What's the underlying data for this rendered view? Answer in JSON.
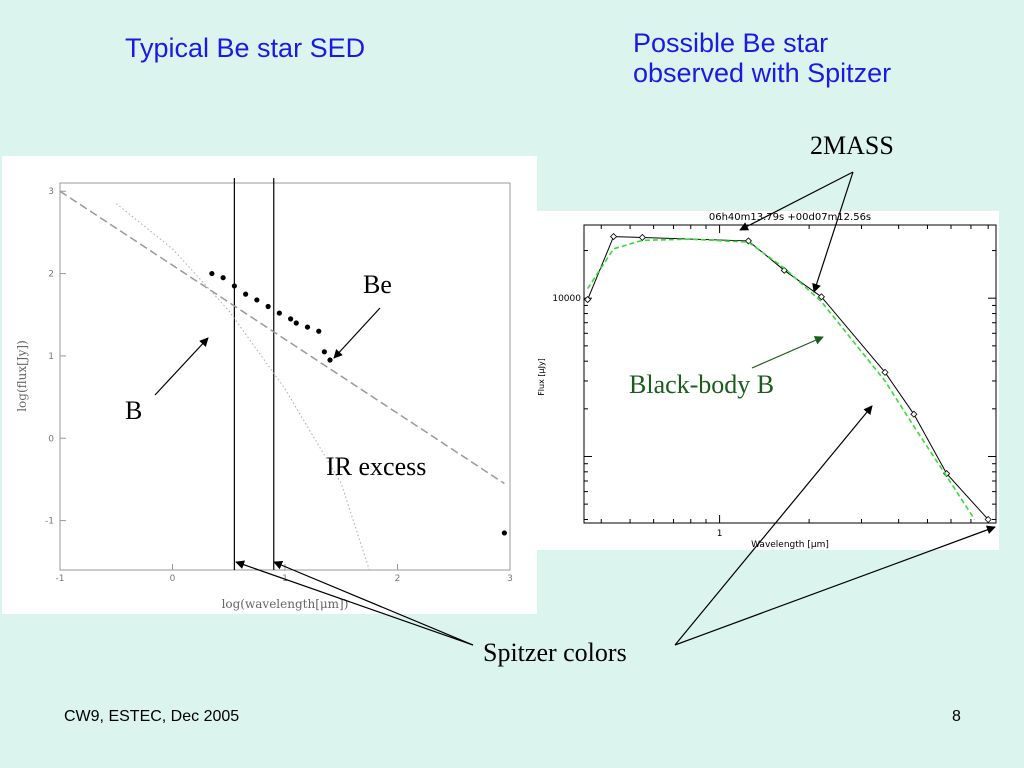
{
  "slide": {
    "title_left": "Typical Be star SED",
    "title_right_line1": "Possible Be star",
    "title_right_line2": "observed with Spitzer",
    "footer_left": "CW9, ESTEC, Dec 2005",
    "footer_right": "8"
  },
  "annotations": {
    "be": "Be",
    "b": "B",
    "ir_excess": "IR excess",
    "two_mass": "2MASS",
    "black_body": "Black-body B",
    "spitzer_colors": "Spitzer colors"
  },
  "colors": {
    "background": "#dcf4ee",
    "title": "#1a1ae6",
    "black_body_label": "#1a5c1a",
    "black_body_curve": "#33dd33"
  },
  "chart_data": [
    {
      "type": "scatter",
      "xlabel": "log(wavelength[μm])",
      "ylabel": "log(flux[Jy])",
      "xlim": [
        -1,
        3
      ],
      "ylim": [
        -1.6,
        3.1
      ],
      "xticks": [
        "-1",
        "0",
        "1",
        "2",
        "3"
      ],
      "yticks": [
        "3",
        "2",
        "1",
        "0",
        "-1"
      ],
      "vertical_lines_x": [
        0.55,
        0.9
      ],
      "series": [
        {
          "style": "dashed",
          "x": [
            -1.0,
            2.95
          ],
          "y": [
            3.0,
            -0.55
          ]
        },
        {
          "style": "dotted",
          "x": [
            -0.5,
            0.0,
            0.5,
            1.0,
            1.5,
            1.75
          ],
          "y": [
            2.85,
            2.3,
            1.55,
            0.6,
            -0.55,
            -1.6
          ]
        },
        {
          "style": "points",
          "x": [
            0.35,
            0.45,
            0.55,
            0.65,
            0.75,
            0.85,
            0.95,
            1.05,
            1.1,
            1.2,
            1.3,
            1.35,
            1.4,
            2.95
          ],
          "y": [
            2.0,
            1.95,
            1.85,
            1.75,
            1.68,
            1.6,
            1.52,
            1.45,
            1.4,
            1.35,
            1.3,
            1.05,
            0.95,
            -1.15
          ]
        }
      ]
    },
    {
      "type": "line",
      "title": "06h40m13.79s +00d07m12.56s",
      "xlabel": "Wavelength [μm]",
      "ylabel": "Flux [μJy]",
      "xscale": "log",
      "yscale": "log",
      "xticks": [
        "1"
      ],
      "yticks": [
        "10000"
      ],
      "xlim": [
        0.35,
        8.5
      ],
      "ylim": [
        380,
        29000
      ],
      "series": [
        {
          "x": [
            0.36,
            0.44,
            0.55,
            1.25,
            1.65,
            2.2,
            3.6,
            4.5,
            5.8,
            8.0
          ],
          "y": [
            9800,
            24500,
            24200,
            23000,
            15000,
            10200,
            3400,
            1850,
            780,
            400
          ]
        },
        {
          "style": "dashed",
          "x": [
            0.36,
            0.44,
            0.55,
            0.8,
            1.25,
            1.65,
            2.2,
            3.6,
            4.5,
            5.8,
            7.2
          ],
          "y": [
            11500,
            20500,
            23200,
            23600,
            22600,
            15500,
            9500,
            3000,
            1550,
            750,
            400
          ]
        }
      ]
    }
  ]
}
